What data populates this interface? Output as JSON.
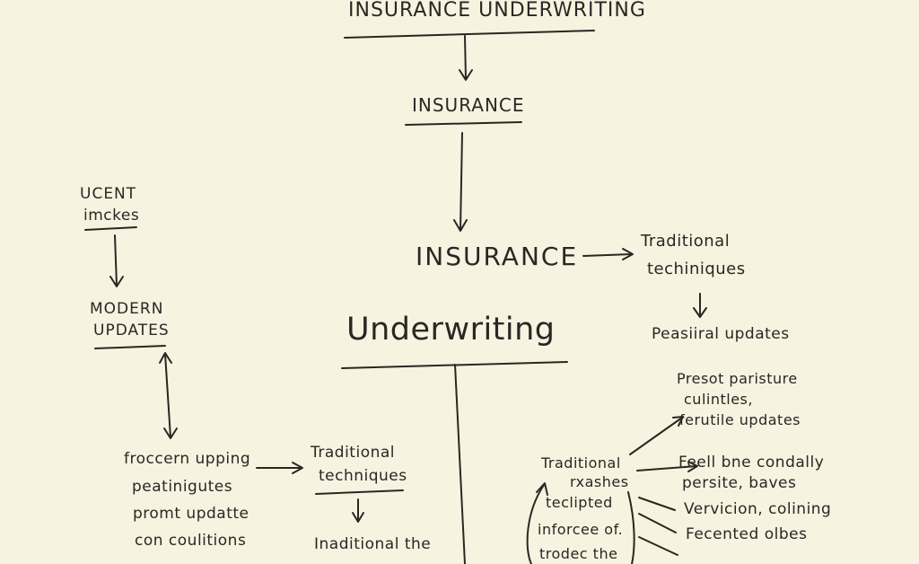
{
  "diagram": {
    "title": "INSURANCE UNDERWRITING",
    "insurance_small": "INSURANCE",
    "insurance_large": "INSURANCE",
    "underwriting": "Underwriting",
    "left": {
      "top_line1": "UCENT",
      "top_line2": "imckes",
      "modern_line1": "MODERN",
      "modern_line2": "UPDATES",
      "list": [
        "froccern upping",
        "peatinigutes",
        "promt updatte",
        "con coulitions"
      ],
      "traditional_line1": "Traditional",
      "traditional_line2": "techniques",
      "bottom_text": "Inaditional the"
    },
    "right": {
      "traditional_line1": "Traditional",
      "traditional_line2": "techiniques",
      "updates": "Peasiiral updates",
      "branch_list": [
        "Presot paristure",
        "culintles,",
        "ferutile updates"
      ],
      "center_list": [
        "Traditional",
        "rxashes",
        "teclipted",
        "inforcee of.",
        "trodec the"
      ],
      "leaf_items": [
        "Feell bne condally",
        "persite, baves",
        "Vervicion, colining",
        "Fecented olbes"
      ]
    },
    "colors": {
      "background": "#f8f2e1",
      "ink": "#2a2723"
    }
  }
}
